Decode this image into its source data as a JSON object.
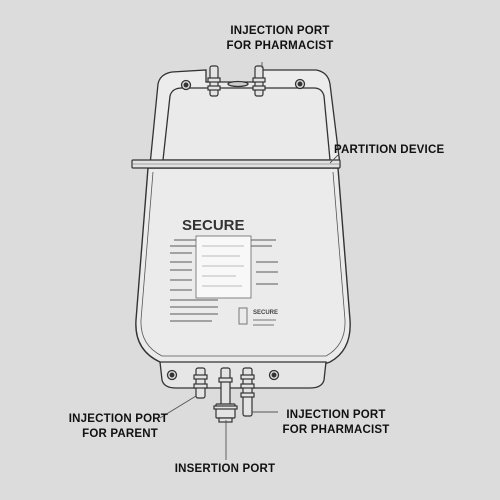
{
  "labels": {
    "top_port": [
      "INJECTION PORT",
      "FOR PHARMACIST"
    ],
    "partition": "PARTITION DEVICE",
    "left_port": [
      "INJECTION PORT",
      "FOR PARENT"
    ],
    "right_port": [
      "INJECTION PORT",
      "FOR PHARMACIST"
    ],
    "insertion": "INSERTION PORT"
  },
  "bag_label": {
    "brand": "SECURE",
    "footer_brand": "SECURE"
  },
  "colors": {
    "background": "#dcdcdc",
    "bag_fill": "#ebebeb",
    "outline": "#333333"
  }
}
